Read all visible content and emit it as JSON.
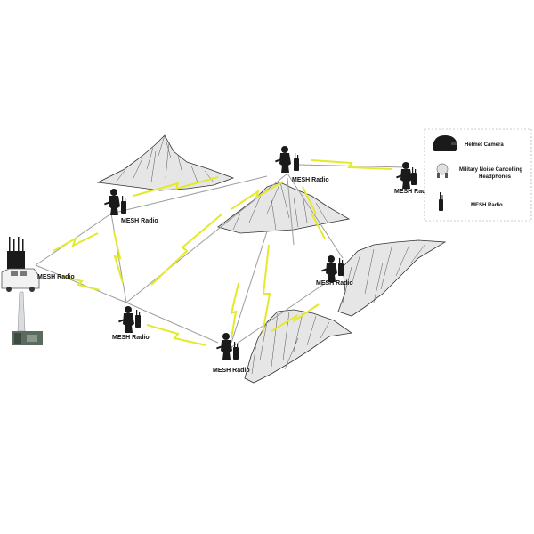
{
  "nodes": {
    "mesh_top_center": "MESH Radio",
    "mesh_left": "MESH Radio",
    "mesh_vehicle": "MESH Radio",
    "mesh_center_low": "MESH Radio",
    "mesh_bottom_center": "MESH Radio",
    "mesh_right_mid": "MESH Radio",
    "mesh_top_right": "MESH Radio"
  },
  "legend": {
    "items": [
      {
        "icon": "helmet-camera-icon",
        "label": "Helmet Camera"
      },
      {
        "icon": "headphones-icon",
        "label_line1": "Military Noise Cancelling",
        "label_line2": "Headphones"
      },
      {
        "icon": "mesh-radio-icon",
        "label": "MESH Radio"
      }
    ]
  },
  "colors": {
    "wireless_link": "#e3ea2c",
    "wired_link": "#9c9c9c",
    "legend_border": "#999999"
  }
}
